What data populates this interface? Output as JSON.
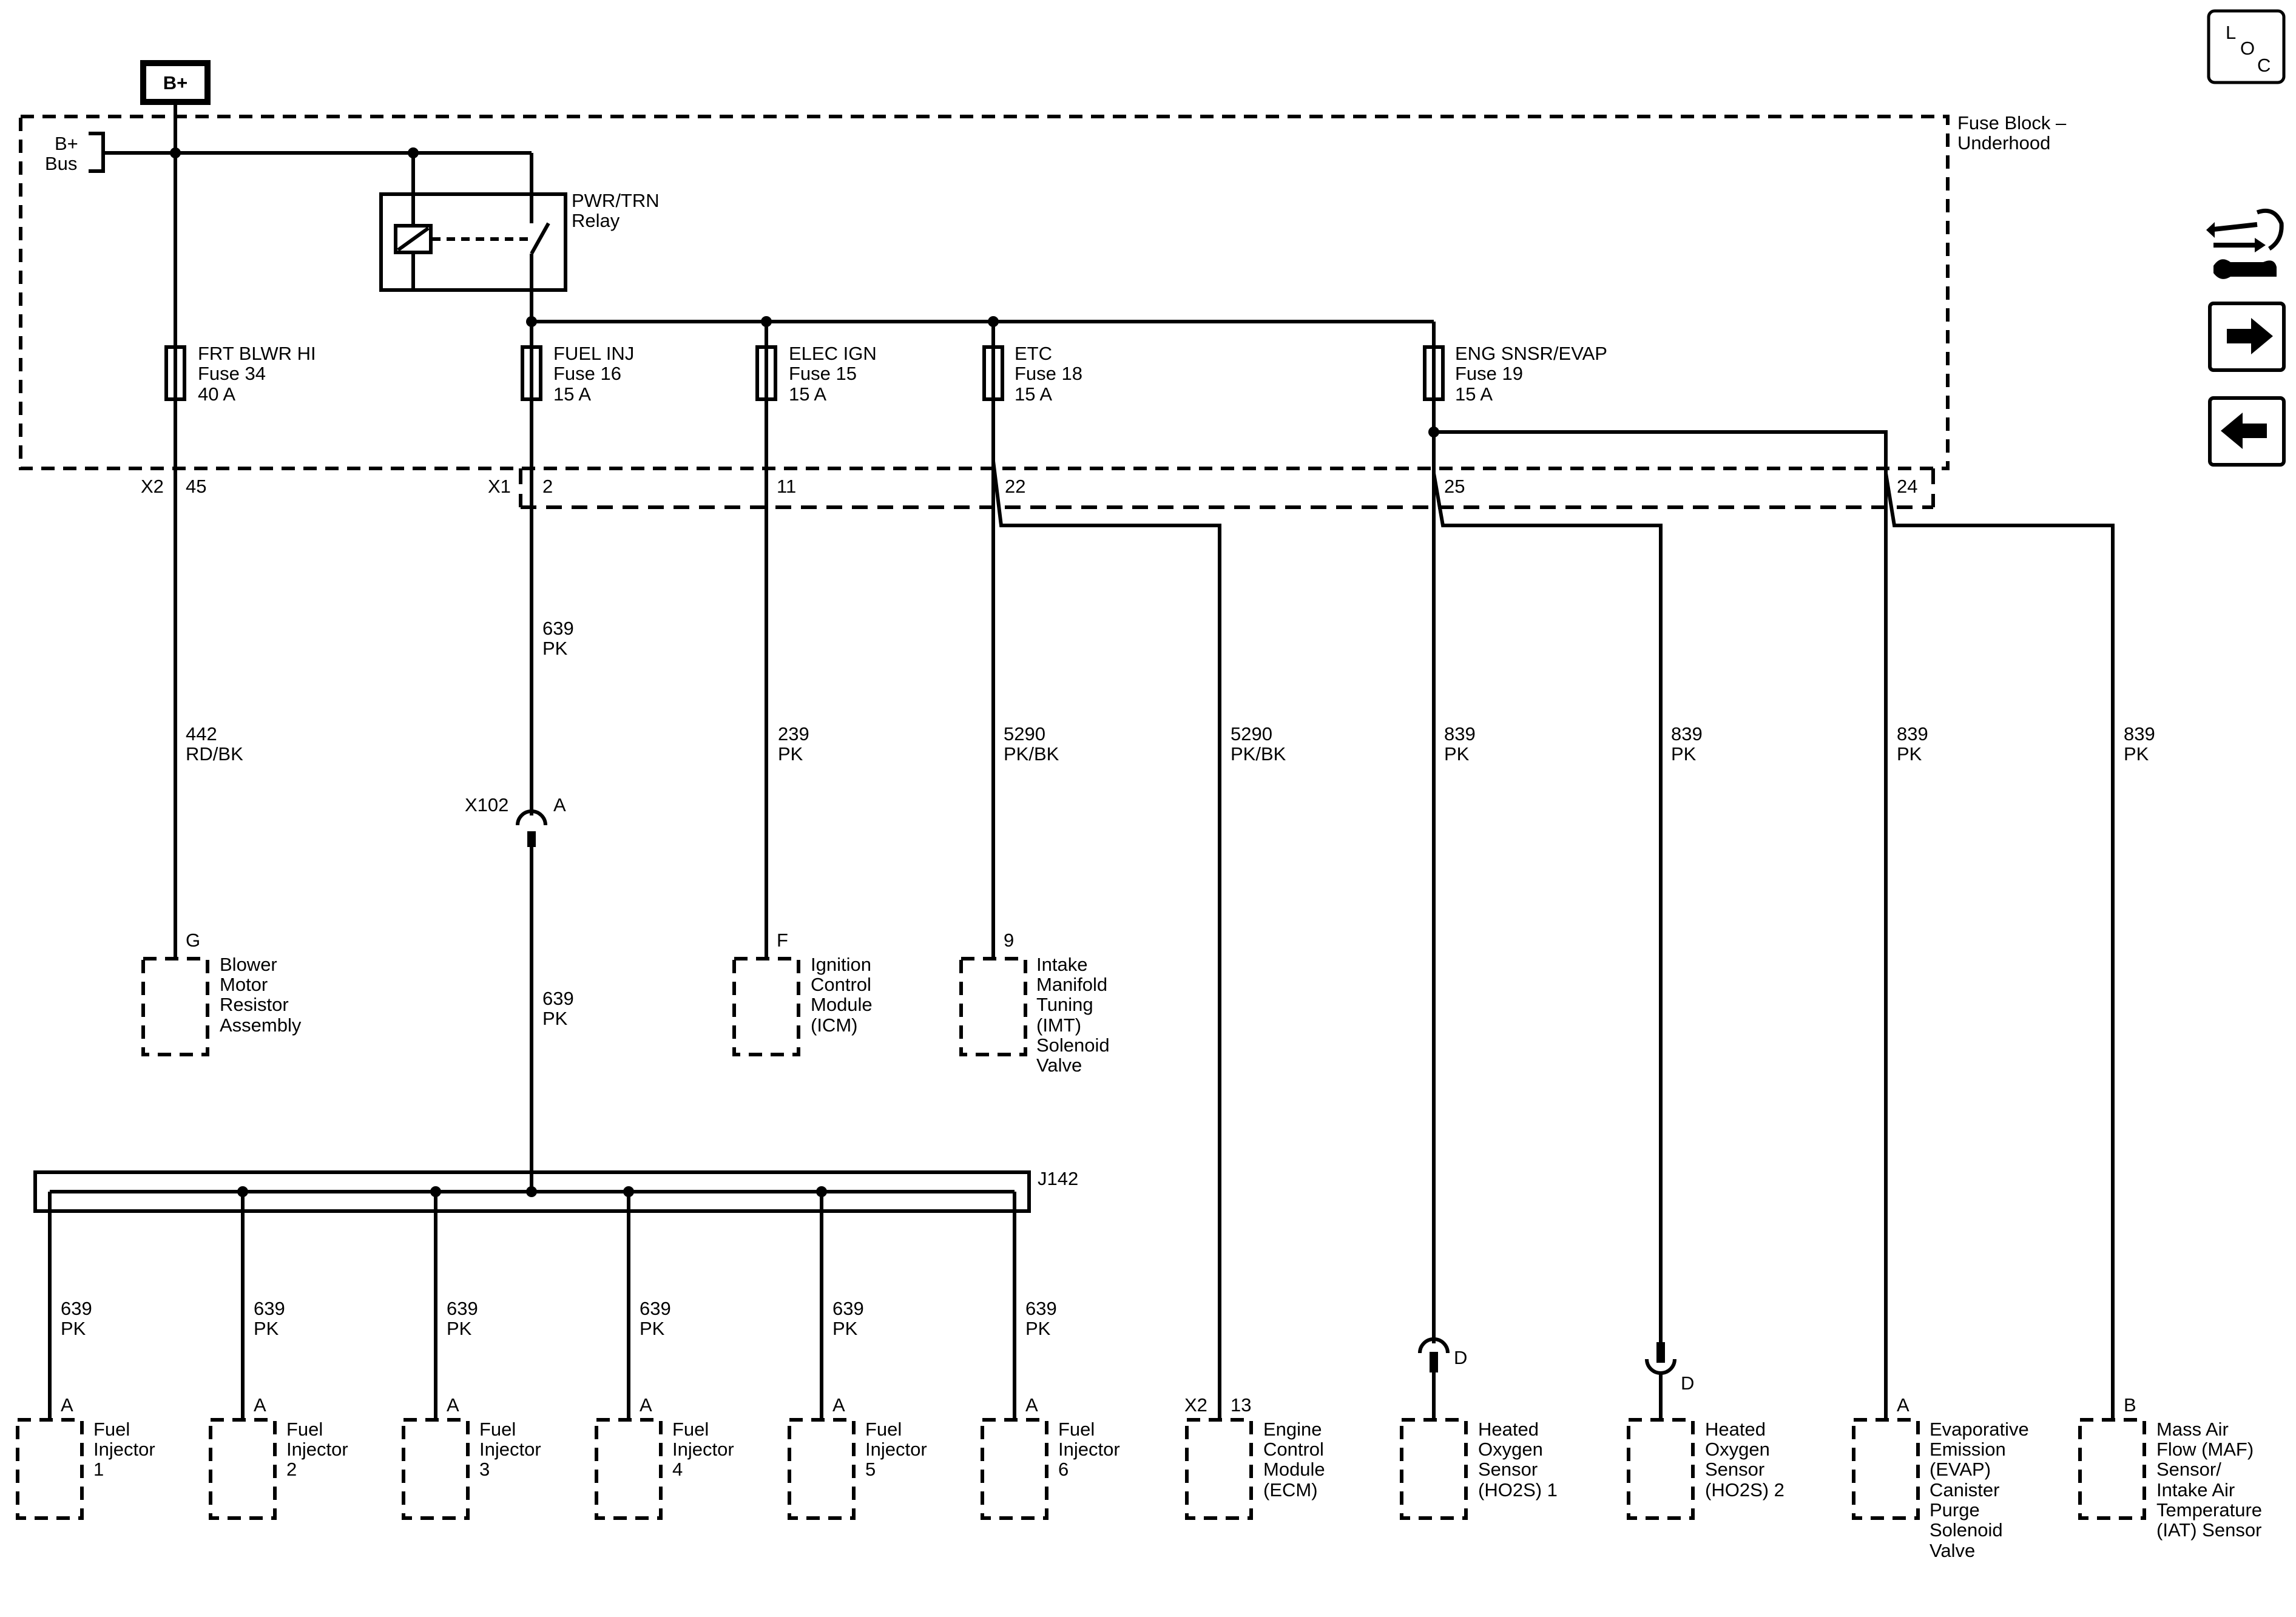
{
  "supply": {
    "label": "B+"
  },
  "fuse_block": {
    "label_line1": "Fuse Block –",
    "label_line2": "Underhood",
    "bus_label_line1": "B+",
    "bus_label_line2": "Bus",
    "relay_line1": "PWR/TRN",
    "relay_line2": "Relay",
    "connector_x2": "X2",
    "connector_x1": "X1"
  },
  "fuses": [
    {
      "name": "FRT BLWR HI",
      "fuse": "Fuse 34",
      "rating": "40 A",
      "pin": "45"
    },
    {
      "name": "FUEL INJ",
      "fuse": "Fuse 16",
      "rating": "15 A",
      "pin": "2"
    },
    {
      "name": "ELEC IGN",
      "fuse": "Fuse 15",
      "rating": "15 A",
      "pin": "11"
    },
    {
      "name": "ETC",
      "fuse": "Fuse 18",
      "rating": "15 A",
      "pin": "22"
    },
    {
      "name": "ENG SNSR/EVAP",
      "fuse": "Fuse 19",
      "rating": "15 A",
      "pin_a": "25",
      "pin_b": "24"
    }
  ],
  "wires": [
    {
      "circuit": "442",
      "color": "RD/BK"
    },
    {
      "circuit": "639",
      "color": "PK"
    },
    {
      "circuit": "639",
      "color": "PK"
    },
    {
      "circuit": "239",
      "color": "PK"
    },
    {
      "circuit": "5290",
      "color": "PK/BK"
    },
    {
      "circuit": "5290",
      "color": "PK/BK"
    },
    {
      "circuit": "839",
      "color": "PK"
    },
    {
      "circuit": "839",
      "color": "PK"
    },
    {
      "circuit": "839",
      "color": "PK"
    },
    {
      "circuit": "839",
      "color": "PK"
    }
  ],
  "inline_connector": {
    "name": "X102",
    "pin": "A"
  },
  "splice": {
    "name": "J142"
  },
  "injector_wire": {
    "circuit": "639",
    "color": "PK"
  },
  "components_mid": [
    {
      "pin": "G",
      "lines": [
        "Blower",
        "Motor",
        "Resistor",
        "Assembly"
      ]
    },
    {
      "pin": "F",
      "lines": [
        "Ignition",
        "Control",
        "Module",
        "(ICM)"
      ]
    },
    {
      "pin": "9",
      "lines": [
        "Intake",
        "Manifold",
        "Tuning",
        "(IMT)",
        "Solenoid",
        "Valve"
      ]
    }
  ],
  "injectors": [
    {
      "pin": "A",
      "lines": [
        "Fuel",
        "Injector",
        "1"
      ]
    },
    {
      "pin": "A",
      "lines": [
        "Fuel",
        "Injector",
        "2"
      ]
    },
    {
      "pin": "A",
      "lines": [
        "Fuel",
        "Injector",
        "3"
      ]
    },
    {
      "pin": "A",
      "lines": [
        "Fuel",
        "Injector",
        "4"
      ]
    },
    {
      "pin": "A",
      "lines": [
        "Fuel",
        "Injector",
        "5"
      ]
    },
    {
      "pin": "A",
      "lines": [
        "Fuel",
        "Injector",
        "6"
      ]
    }
  ],
  "components_bottom": [
    {
      "connector": "X2",
      "pin": "13",
      "lines": [
        "Engine",
        "Control",
        "Module",
        "(ECM)"
      ]
    },
    {
      "pin": "D",
      "lines": [
        "Heated",
        "Oxygen",
        "Sensor",
        "(HO2S) 1"
      ]
    },
    {
      "pin": "D",
      "lines": [
        "Heated",
        "Oxygen",
        "Sensor",
        "(HO2S) 2"
      ]
    },
    {
      "pin": "A",
      "lines": [
        "Evaporative",
        "Emission",
        "(EVAP)",
        "Canister",
        "Purge",
        "Solenoid",
        "Valve"
      ]
    },
    {
      "pin": "B",
      "lines": [
        "Mass Air",
        "Flow (MAF)",
        "Sensor/",
        "Intake Air",
        "Temperature",
        "(IAT) Sensor"
      ]
    }
  ],
  "nav": {
    "loc_l": "L",
    "loc_o": "O",
    "loc_c": "C",
    "icon_names": [
      "connector-end-view-icon",
      "next-arrow-icon",
      "previous-arrow-icon"
    ]
  }
}
